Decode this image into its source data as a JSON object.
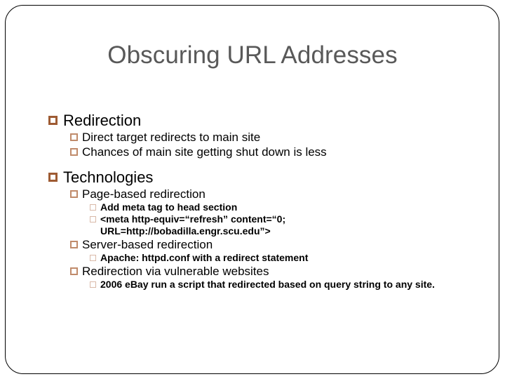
{
  "slide": {
    "title": "Obscuring URL Addresses",
    "title_color": "#595959",
    "frame_color": "#000000",
    "bullet_colors": {
      "level1": "#9E5B33",
      "level2": "#C08B6B",
      "level3": "#D9B9A8"
    },
    "sections": [
      {
        "heading": "Redirection",
        "items": [
          {
            "text": "Direct target redirects to main site"
          },
          {
            "text": "Chances of main site getting shut down is less"
          }
        ]
      },
      {
        "heading": "Technologies",
        "items": [
          {
            "text": "Page-based redirection",
            "subitems": [
              {
                "line1": "Add meta tag to head section",
                "line2": ""
              },
              {
                "line1": "<meta http-equiv=“refresh” content=“0;",
                "line2": "URL=http://bobadilla.engr.scu.edu”>"
              }
            ]
          },
          {
            "text": "Server-based redirection",
            "subitems": [
              {
                "line1": "Apache: httpd.conf with a redirect statement",
                "line2": ""
              }
            ]
          },
          {
            "text": "Redirection via vulnerable websites",
            "subitems": [
              {
                "line1_pre": "2006 eBay run a script that redirected based on query string to ",
                "line1_em": "any",
                "line1_post": " site.",
                "line2": ""
              }
            ]
          }
        ]
      }
    ]
  }
}
